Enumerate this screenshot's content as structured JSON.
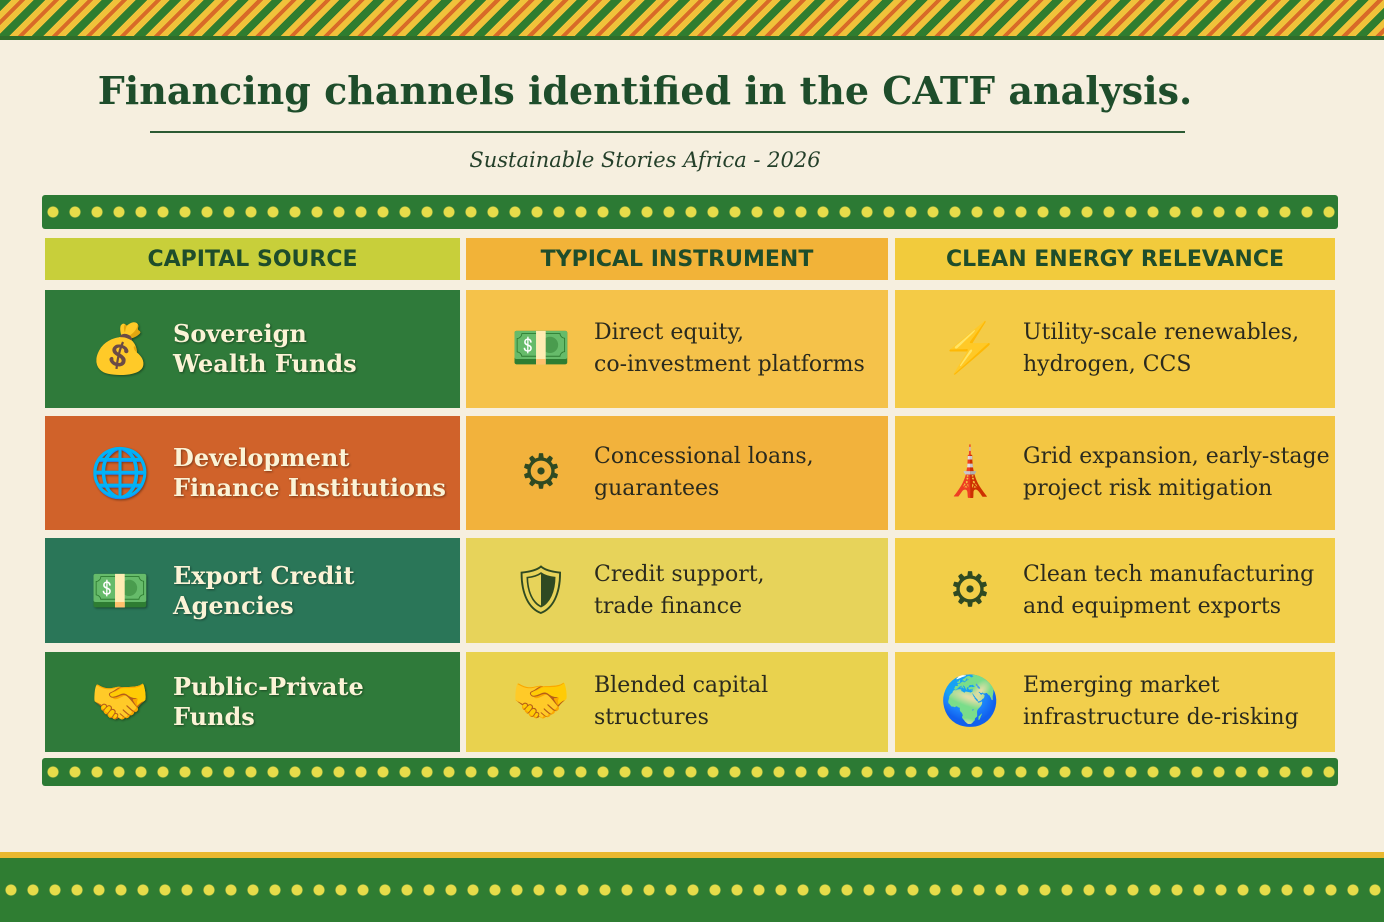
{
  "title": "Financing channels identified in the CATF analysis.",
  "subtitle": "Sustainable Stories Africa - 2026",
  "headers": [
    "CAPITAL SOURCE",
    "TYPICAL INSTRUMENT",
    "CLEAN ENERGY RELEVANCE"
  ],
  "rows": [
    {
      "source": "Sovereign\nWealth Funds",
      "source_icon": "money-bag-icon",
      "instrument": "Direct equity,\nco-investment platforms",
      "instrument_icon": "cash-hand-icon",
      "relevance": "Utility-scale renewables,\nhydrogen, CCS",
      "relevance_icon": "wind-turbine-icon"
    },
    {
      "source": "Development\nFinance Institutions",
      "source_icon": "globe-check-icon",
      "instrument": "Concessional loans,\nguarantees",
      "instrument_icon": "gear-check-icon",
      "relevance": "Grid expansion, early-stage\nproject risk mitigation",
      "relevance_icon": "power-tower-icon"
    },
    {
      "source": "Export Credit\nAgencies",
      "source_icon": "banknote-icon",
      "instrument": "Credit support,\ntrade finance",
      "instrument_icon": "shield-dollar-icon",
      "relevance": "Clean tech manufacturing\nand equipment exports",
      "relevance_icon": "gears-icon"
    },
    {
      "source": "Public-Private\nFunds",
      "source_icon": "handshake-icon",
      "instrument": "Blended capital\nstructures",
      "instrument_icon": "handshake-icon",
      "relevance": "Emerging market\ninfrastructure de-risking",
      "relevance_icon": "globe-hands-icon"
    }
  ],
  "colors": {
    "source": [
      "#2f7a3a",
      "#d0622a",
      "#2a7658",
      "#2f7a3a"
    ],
    "instrument": [
      "#f5c24a",
      "#f2b23c",
      "#e7d35a",
      "#e9d24e"
    ],
    "relevance": [
      "#f4cb46",
      "#f3c643",
      "#f2ce48",
      "#f2cf4c"
    ]
  }
}
